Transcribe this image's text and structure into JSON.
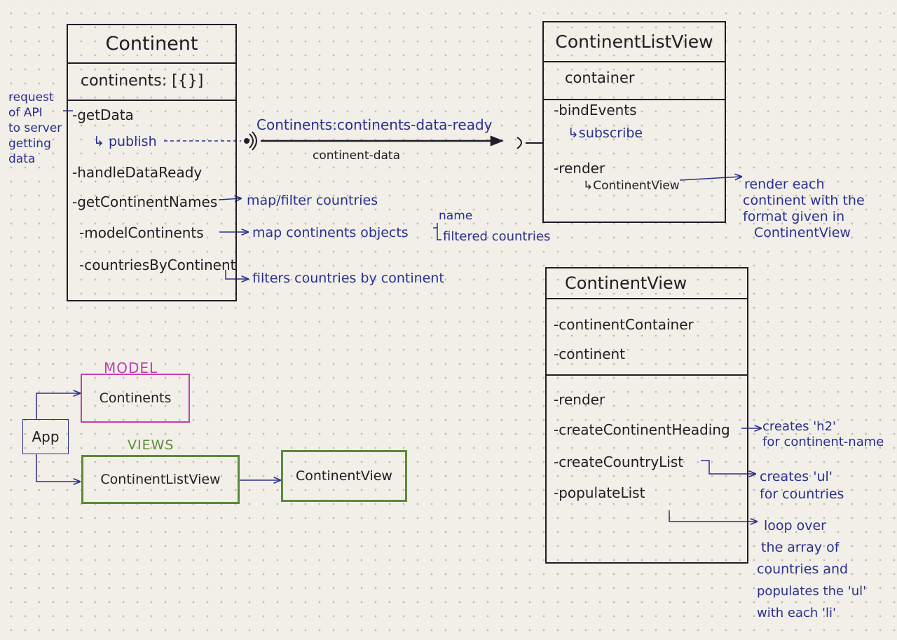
{
  "continent_class": {
    "title": "Continent",
    "attribute": "continents: [{}]",
    "methods": [
      "-getData",
      "-handleDataReady",
      "-getContinentNames",
      "-modelContinents",
      "-countriesByContinent"
    ],
    "publish": "↳ publish"
  },
  "continent_list_view_class": {
    "title": "ContinentListView",
    "attribute": "container",
    "methods": [
      "-bindEvents",
      "-render"
    ],
    "subscribe": "↳subscribe",
    "render_sub": "↳ContinentView"
  },
  "continent_view_class": {
    "title": "ContinentView",
    "attributes": [
      "-continentContainer",
      "-continent"
    ],
    "methods": [
      "-render",
      "-createContinentHeading",
      "-createCountryList",
      "-populateList"
    ]
  },
  "event": {
    "channel": "Continents:continents-data-ready",
    "payload": "continent-data"
  },
  "notes": {
    "api_request": [
      "request",
      "of API",
      "to server",
      "getting",
      "data"
    ],
    "map_filter": "map/filter countries",
    "map_objects": "map continents objects",
    "object_fields": [
      "name",
      "filtered countries"
    ],
    "filter_by_continent": "filters countries by continent",
    "render_each": [
      "render each",
      "continent with the",
      "format given in",
      "ContinentView"
    ],
    "creates_h2": [
      "creates 'h2'",
      "for continent-name"
    ],
    "creates_ul": [
      "creates 'ul'",
      "for countries"
    ],
    "loop_over": [
      "loop over",
      "the array of",
      "countries and",
      "populates the 'ul'",
      "with each 'li'"
    ]
  },
  "architecture": {
    "model_label": "MODEL",
    "model_box": "Continents",
    "views_label": "VIEWS",
    "app_box": "App",
    "list_view_box": "ContinentListView",
    "view_box": "ContinentView"
  },
  "colors": {
    "ink": "#1f1d24",
    "blue": "#2a2f8f",
    "model_border": "#c23fb3",
    "view_border": "#5b8a3a"
  }
}
